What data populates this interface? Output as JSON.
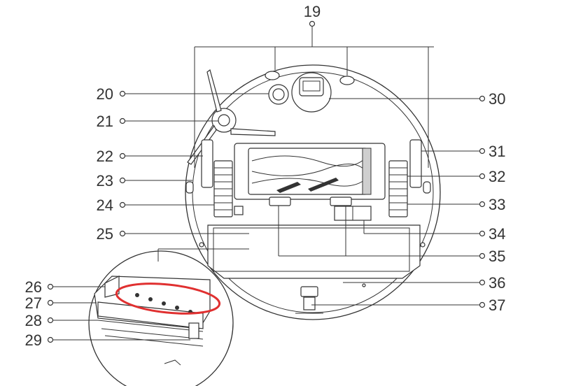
{
  "callouts": {
    "n19": "19",
    "n20": "20",
    "n21": "21",
    "n22": "22",
    "n23": "23",
    "n24": "24",
    "n25": "25",
    "n26": "26",
    "n27": "27",
    "n28": "28",
    "n29": "29",
    "n30": "30",
    "n31": "31",
    "n32": "32",
    "n33": "33",
    "n34": "34",
    "n35": "35",
    "n36": "36",
    "n37": "37"
  },
  "colors": {
    "line": "#333333",
    "highlight": "#e03030",
    "background": "#ffffff"
  }
}
